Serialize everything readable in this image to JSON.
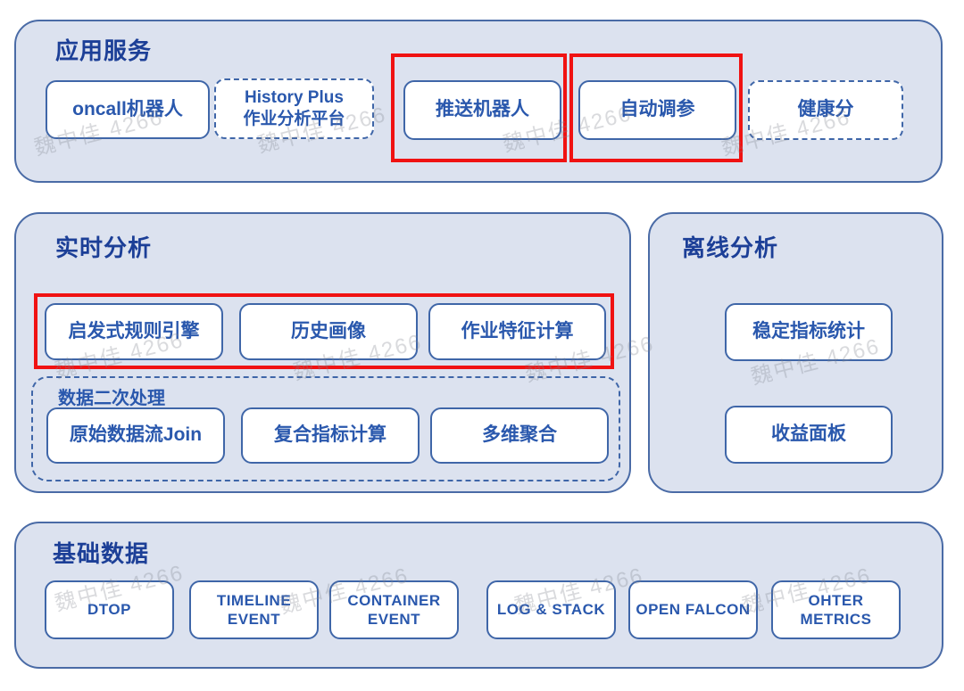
{
  "colors": {
    "section_fill": "#dce2ef",
    "section_border": "#4a6ba6",
    "box_border": "#3f66a8",
    "label_blue": "#2a58ad",
    "title_blue": "#1c3f97",
    "highlight_red": "#f01212"
  },
  "watermark": {
    "text": "魏中佳 4266"
  },
  "sections": {
    "app_services": {
      "title": "应用服务",
      "boxes": [
        {
          "label": "oncall机器人",
          "style": "solid",
          "highlighted": false
        },
        {
          "label": "History Plus\n作业分析平台",
          "style": "dashed",
          "highlighted": false
        },
        {
          "label": "推送机器人",
          "style": "solid",
          "highlighted": true
        },
        {
          "label": "自动调参",
          "style": "solid",
          "highlighted": true
        },
        {
          "label": "健康分",
          "style": "dashed",
          "highlighted": false
        }
      ]
    },
    "realtime": {
      "title": "实时分析",
      "highlight_row": [
        "启发式规则引擎",
        "历史画像",
        "作业特征计算"
      ],
      "subgroup": {
        "label": "数据二次处理",
        "boxes": [
          "原始数据流Join",
          "复合指标计算",
          "多维聚合"
        ]
      }
    },
    "offline": {
      "title": "离线分析",
      "boxes": [
        "稳定指标统计",
        "收益面板"
      ]
    },
    "base_data": {
      "title": "基础数据",
      "boxes": [
        "DTOP",
        "TIMELINE\nEVENT",
        "CONTAINER\nEVENT",
        "LOG & STACK",
        "OPEN FALCON",
        "OHTER\nMETRICS"
      ]
    }
  }
}
